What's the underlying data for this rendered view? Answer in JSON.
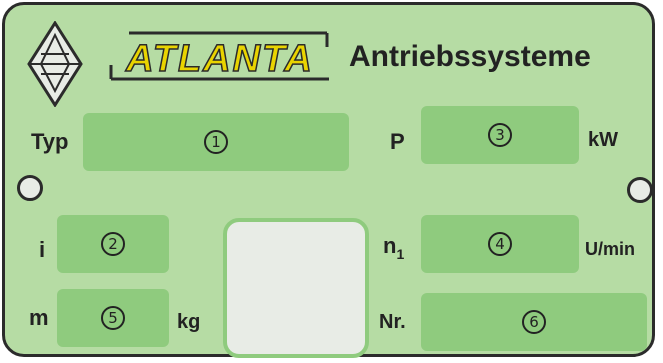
{
  "brand": {
    "logo_text": "ATLANTA",
    "company": "Antriebssysteme"
  },
  "labels": {
    "typ": "Typ",
    "p": "P",
    "kw": "kW",
    "i": "i",
    "n": "n",
    "n_sub": "1",
    "u_min": "U/min",
    "m": "m",
    "kg": "kg",
    "nr": "Nr."
  },
  "fields": {
    "f1": "1",
    "f2": "2",
    "f3": "3",
    "f4": "4",
    "f5": "5",
    "f6": "6"
  },
  "colors": {
    "plate": "#b6dca4",
    "field": "#8fcb7e",
    "logo": "#e9d400",
    "border": "#2b2b2b"
  }
}
